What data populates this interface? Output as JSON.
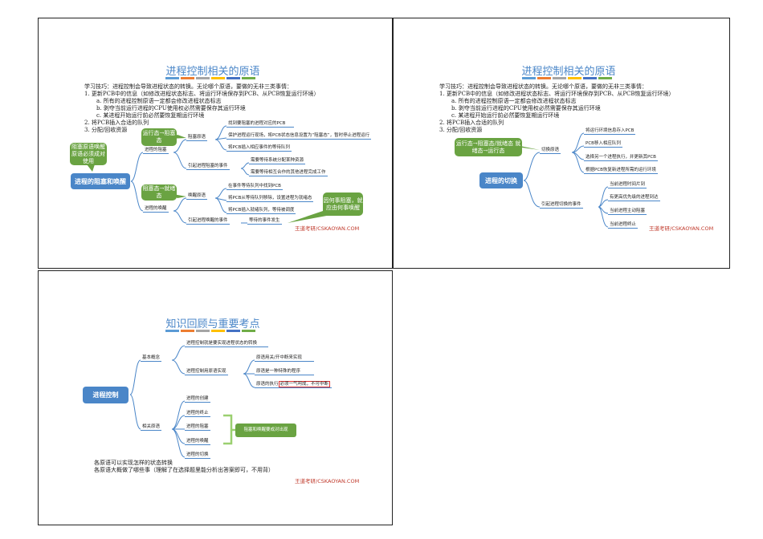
{
  "colors": {
    "accent": "#4a86c8",
    "green": "#6aa342",
    "watermark": "#c0392b",
    "bars": [
      "#5b9bd5",
      "#ed7d31",
      "#a5a5a5",
      "#ffc000",
      "#4472c4",
      "#70ad47"
    ]
  },
  "watermark": "王道考研/CSKAOYAN.COM",
  "intro": {
    "title": "进程控制相关的原语",
    "lines": [
      "学习技巧：进程控制会导致进程状态的转换。无论哪个原语，要做的无非三类事情：",
      "1.  更新PCB中的信息（如修改进程状态标志、将运行环境保存到PCB、从PCB恢复运行环境）",
      "a. 所有的进程控制原语一定都会修改进程状态标志",
      "b. 剥夺当前运行进程的CPU使用权必然需要保存其运行环境",
      "c. 某进程开始运行前必然要恢复期运行环境",
      "2.  将PCB插入合适的队列",
      "3.  分配/回收资源"
    ]
  },
  "slide1": {
    "root": "进程的阻塞和唤醒",
    "block": "进程的阻塞",
    "block_prim": "阻塞原语",
    "block_steps": [
      "找到要阻塞的进程对应的PCB",
      "保护进程运行现场，将PCB状态信息设置为“阻塞态”，暂时停止进程运行",
      "将PCB插入相应事件的等待队列"
    ],
    "block_event": "引起进程阻塞的事件",
    "block_events": [
      "需要等待系统分配某种资源",
      "需要等待相互合作的其他进程完成工作"
    ],
    "wake": "进程的唤醒",
    "wake_prim": "唤醒原语",
    "wake_steps": [
      "在事件等待队列中找到PCB",
      "将PCB从等待队列移除，设置进程为就绪态",
      "将PCB插入就绪队列，等待被调度"
    ],
    "wake_event": "引起进程唤醒的事件",
    "wake_events": [
      "等待的事件发生"
    ],
    "bubbles": [
      "运行态→阻塞态",
      "阻塞原语唤醒原语必须成对使用",
      "阻塞态→就绪态",
      "因何事阻塞，就应由何事唤醒"
    ]
  },
  "slide2": {
    "root": "进程的切换",
    "prim": "切换原语",
    "steps": [
      "将运行环境信息存入PCB",
      "PCB移入相应队列",
      "选择另一个进程执行，并更新其PCB",
      "根据PCB恢复新进程所需的运行环境"
    ],
    "event": "引起进程切换的事件",
    "events": [
      "当前进程时间片到",
      "有更高优先级的进程到达",
      "当前进程主动阻塞",
      "当前进程终止"
    ],
    "bubble": "运行态→阻塞态/就绪态 就绪态→运行态"
  },
  "slide3": {
    "title": "知识回顾与重要考点",
    "root": "进程控制",
    "basic": "基本概念",
    "basic1": "进程控制就是要实现进程状态的转换",
    "basic2": "进程控制用原语实现",
    "basic2_items": [
      "原语用关/开中断来实现",
      "原语是一种特殊的程序"
    ],
    "basic2_last_prefix": "原语的执行",
    "basic2_last_boxed": "必须一气呵成，不可中断",
    "related": "相关原语",
    "related_items": [
      "进程的创建",
      "进程的终止",
      "进程的阻塞",
      "进程的唤醒",
      "进程的切换"
    ],
    "pair_note": "阻塞和唤醒要成对出现",
    "notes": [
      "各原语可以实现怎样的状态转换",
      "各原语大概做了哪些事（理解了在选择题里能分析出答案即可，不用背）"
    ]
  }
}
